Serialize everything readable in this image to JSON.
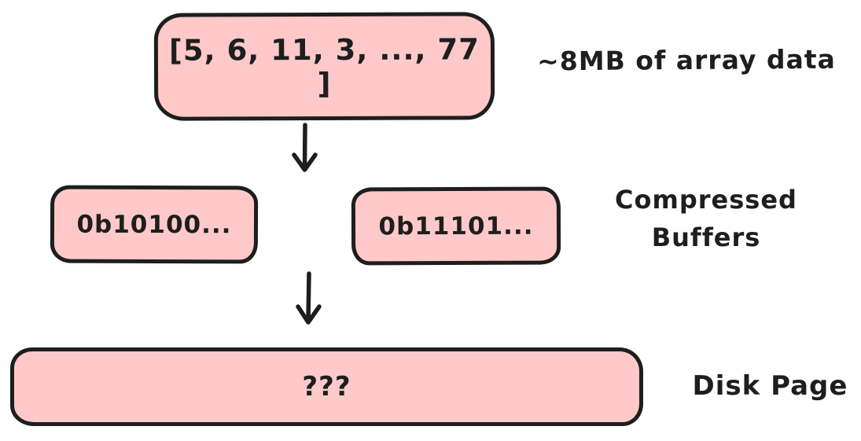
{
  "diagram": {
    "colors": {
      "background": "#ffffff",
      "box_fill": "#ffc9c9",
      "box_stroke": "#1e1e1e",
      "text": "#1e1e1e"
    },
    "nodes": {
      "array_box": {
        "label": "[5, 6, 11, 3, ..., 77 ]"
      },
      "buffer_box_1": {
        "label": "0b10100..."
      },
      "buffer_box_2": {
        "label": "0b11101..."
      },
      "disk_box": {
        "label": "???"
      }
    },
    "annotations": {
      "array_note": "~8MB of array data",
      "buffers_note_line1": "Compressed",
      "buffers_note_line2": "Buffers",
      "disk_note": "Disk Page"
    },
    "icons": {
      "arrow_1": "down-arrow",
      "arrow_2": "down-arrow"
    }
  }
}
